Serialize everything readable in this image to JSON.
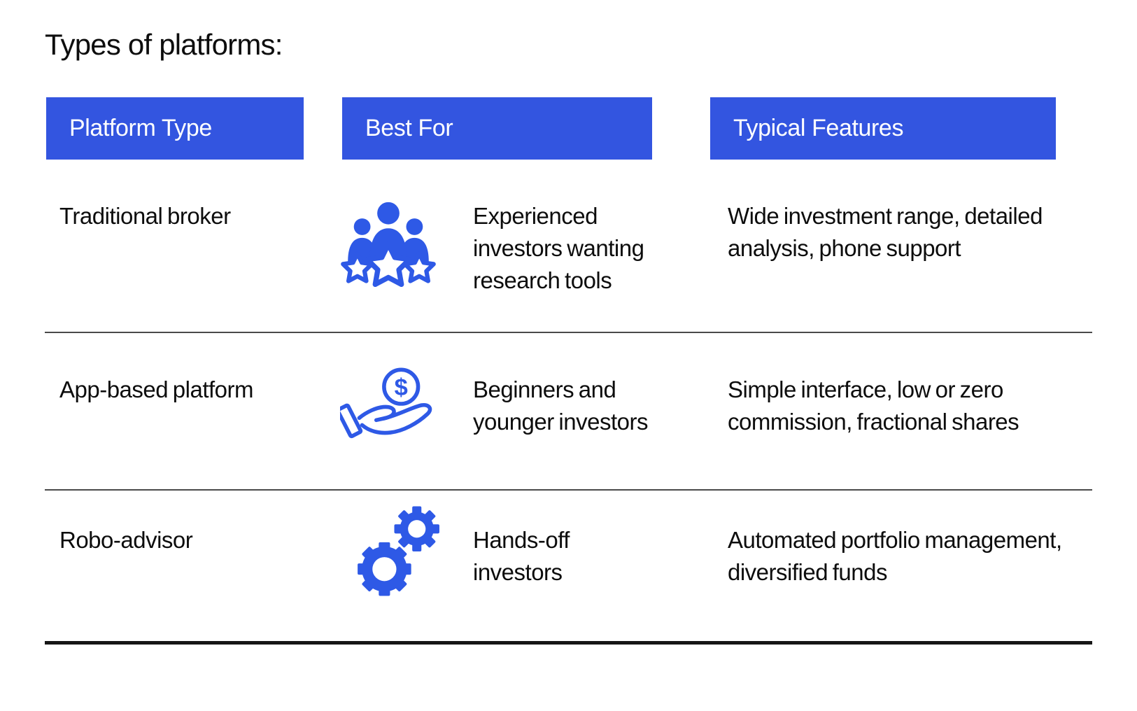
{
  "page": {
    "title": "Types of platforms:"
  },
  "colors": {
    "header_bg": "#3355E0",
    "header_text": "#FFFFFF",
    "icon_blue": "#2E59E6",
    "body_text": "#0D0D0D",
    "divider": "#4A4A4A",
    "bottom_rule": "#161616"
  },
  "table": {
    "headers": [
      {
        "label": "Platform Type"
      },
      {
        "label": "Best For"
      },
      {
        "label": "Typical Features"
      }
    ],
    "rows": [
      {
        "platform_type": "Traditional broker",
        "icon": "team-star-icon",
        "best_for": "Experienced\ninvestors wanting\nresearch tools",
        "typical_features": "Wide investment range, detailed\nanalysis, phone support"
      },
      {
        "platform_type": "App-based platform",
        "icon": "hand-coin-icon",
        "best_for": "Beginners and\nyounger investors",
        "typical_features": "Simple interface, low or zero\ncommission, fractional shares"
      },
      {
        "platform_type": "Robo-advisor",
        "icon": "gears-icon",
        "best_for": "Hands-off\ninvestors",
        "typical_features": "Automated portfolio management,\ndiversified funds"
      }
    ]
  },
  "icons": {
    "coin_symbol": "$"
  },
  "chart_data": {
    "type": "table",
    "title": "Types of platforms:",
    "columns": [
      "Platform Type",
      "Best For",
      "Typical Features"
    ],
    "rows": [
      [
        "Traditional broker",
        "Experienced investors wanting research tools",
        "Wide investment range, detailed analysis, phone support"
      ],
      [
        "App-based platform",
        "Beginners and younger investors",
        "Simple interface, low or zero commission, fractional shares"
      ],
      [
        "Robo-advisor",
        "Hands-off investors",
        "Automated portfolio management, diversified funds"
      ]
    ],
    "legend_position": "none",
    "grid": "row-dividers"
  }
}
